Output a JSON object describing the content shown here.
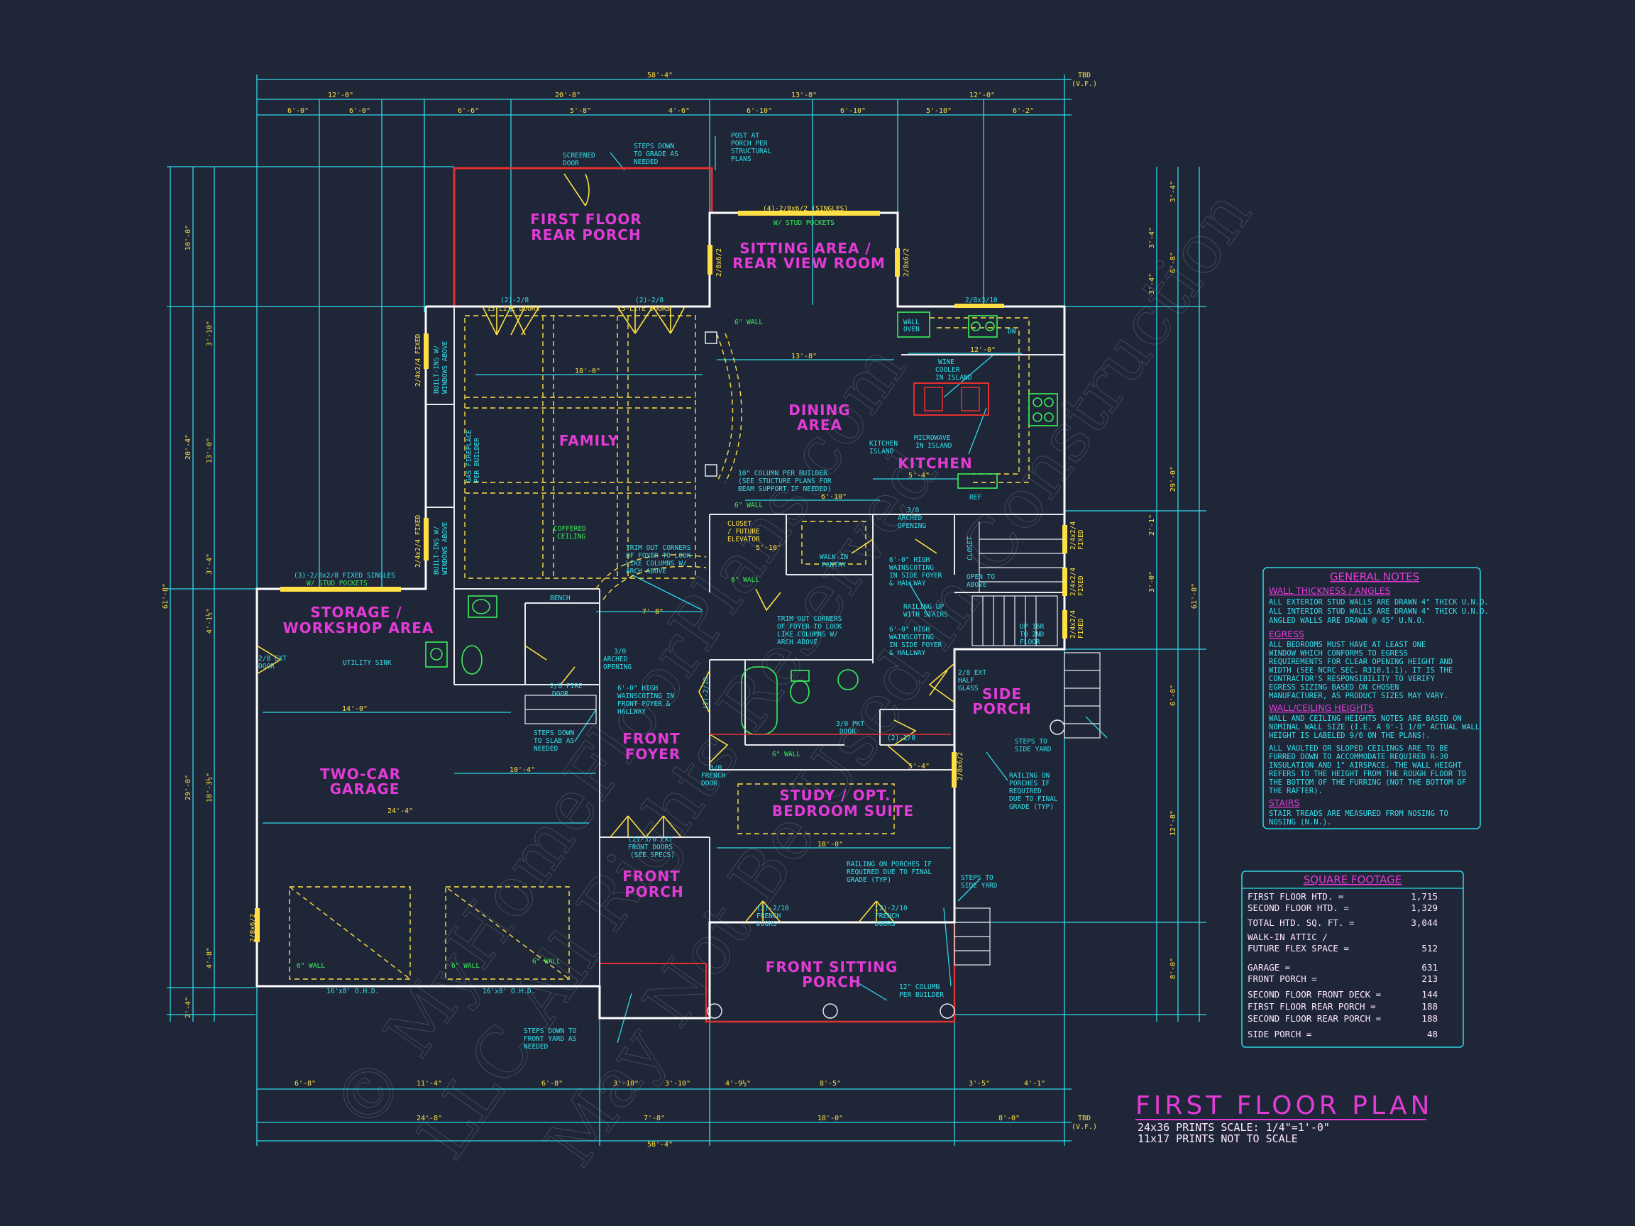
{
  "rooms": {
    "rear_porch": [
      "FIRST FLOOR",
      "REAR PORCH"
    ],
    "sitting_area": [
      "SITTING AREA /",
      "REAR VIEW ROOM"
    ],
    "dining": [
      "DINING",
      "AREA"
    ],
    "kitchen": "KITCHEN",
    "family": "FAMILY",
    "storage": [
      "STORAGE /",
      "WORKSHOP AREA"
    ],
    "garage": [
      "TWO-CAR",
      "GARAGE"
    ],
    "front_foyer": [
      "FRONT",
      "FOYER"
    ],
    "study": [
      "STUDY / OPT.",
      "BEDROOM SUITE"
    ],
    "front_porch": [
      "FRONT",
      "PORCH"
    ],
    "side_porch": [
      "SIDE",
      "PORCH"
    ],
    "front_sitting_porch": [
      "FRONT SITTING",
      "PORCH"
    ]
  },
  "dimensions": {
    "overall_width": "58'-4\"",
    "top_row1": [
      "12'-0\"",
      "20'-8\"",
      "13'-8\"",
      "12'-0\""
    ],
    "top_row2": [
      "6'-0\"",
      "6'-0\"",
      "6'-6\"",
      "5'-8\"",
      "4'-6\"",
      "6'-10\"",
      "6'-10\"",
      "5'-10\"",
      "6'-2\""
    ],
    "bottom_row1": [
      "6'-8\"",
      "11'-4\"",
      "6'-8\"",
      "3'-10\"",
      "3'-10\"",
      "4'-9½\"",
      "8'-5\"",
      "3'-5\"",
      "4'-1\""
    ],
    "bottom_row2": [
      "24'-8\"",
      "7'-8\"",
      "18'-0\"",
      "8'-0\""
    ],
    "tbd_label": [
      "TBD",
      "(V.F.)"
    ],
    "left_overall": "61'-8\"",
    "right_overall": "61'-8\"",
    "left_sub": [
      "10'-0\"",
      "3'-10\"",
      "20'-4\"",
      "13'-0\"",
      "3'-4\"",
      "4'-1½\"",
      "29'-0\"",
      "18'-3½\"",
      "4'-8\"",
      "2'-4\""
    ],
    "right_sub": [
      "3'-4\"",
      "6'-8\"",
      "3'-4\"",
      "3'-4\"",
      "29'-0\"",
      "2'-1\"",
      "3'-0\"",
      "6'-0\"",
      "12'-8\"",
      "8'-0\""
    ],
    "interior": [
      "18'-0\"",
      "13'-8\"",
      "12'-0\"",
      "14'-0\"",
      "24'-4\"",
      "10'-4\"",
      "18'-0\"",
      "6'-10\"",
      "5'-4\"",
      "5'-10\"",
      "7'-8\"",
      "5'-4\""
    ]
  },
  "annotations": {
    "screened_door": [
      "SCREENED",
      "DOOR"
    ],
    "steps_down_grade": [
      "STEPS DOWN",
      "TO GRADE AS",
      "NEEDED"
    ],
    "post_at_porch": [
      "POST AT",
      "PORCH PER",
      "STRUCTURAL",
      "PLANS"
    ],
    "sitting_windows": "(4)-2/8x6/2 (SINGLES)",
    "stud_pockets": "W/ STUD POCKETS",
    "sitting_side_win_l": "2/8x6/2",
    "sitting_side_win_r": "2/8x6/2",
    "family_doors_l": "(2)-2/8",
    "family_doors_r": "(2)-2/8",
    "lite_doors_l": "15-LITE DOORS",
    "lite_doors_r": "15-LITE DOORS",
    "six_wall_1": "6\" WALL",
    "kitchen_window": "2/8x3/10",
    "wall_oven": [
      "WALL",
      "OVEN"
    ],
    "dw": "DW",
    "wine_cooler": [
      "WINE",
      "COOLER",
      "IN ISLAND"
    ],
    "microwave": [
      "MICROWAVE",
      "IN ISLAND"
    ],
    "kitchen_island": [
      "KITCHEN",
      "ISLAND"
    ],
    "ref": "REF",
    "column_builder": [
      "10\" COLUMN PER BUILDER",
      "(SEE STUCTURE PLANS FOR",
      "BEAM SUPPORT IF NEEDED)"
    ],
    "six_wall_2": "6\" WALL",
    "fireplace": [
      "GAS FIREPLACE",
      "PER BUILDER"
    ],
    "builtins_top": [
      "BUILT-INS W/",
      "WINDOWS ABOVE"
    ],
    "builtins_bottom": [
      "BUILT-INS W/",
      "WINDOWS ABOVE"
    ],
    "left_win_top": "2/4x2/4 FIXED",
    "left_win_bottom": "2/4x2/4 FIXED",
    "coffered": [
      "COFFERED",
      "CEILING"
    ],
    "trim_corners_1": [
      "TRIM OUT CORNERS",
      "OF FOYER TO LOOK",
      "LIKE COLUMNS W/",
      "ARCH ABOVE"
    ],
    "closet_elevator": [
      "CLOSET",
      "/ FUTURE",
      "ELEVATOR"
    ],
    "six_wall_3": "6\" WALL",
    "walk_in_pantry": [
      "WALK-IN",
      "PANTRY"
    ],
    "arched_opening_1": [
      "3/0",
      "ARCHED",
      "OPENING"
    ],
    "wainscot_1": [
      "6'-0\" HIGH",
      "WAINSCOTING",
      "IN SIDE FOYER",
      "& HALLWAY"
    ],
    "closet": "CLOSET",
    "open_to_above": [
      "OPEN TO",
      "ABOVE"
    ],
    "railing_up": [
      "RAILING UP",
      "WITH STAIRS"
    ],
    "up_stairs": [
      "UP 16R",
      "TO 2ND",
      "FLOOR"
    ],
    "right_win": [
      "2/4x2/4",
      "FIXED",
      "2/4x2/4",
      "FIXED",
      "2/4x2/4",
      "FIXED"
    ],
    "trim_corners_2": [
      "TRIM OUT CORNERS",
      "OF FOYER TO LOOK",
      "LIKE COLUMNS W/",
      "ARCH ABOVE"
    ],
    "wainscot_2": [
      "6'-0\" HIGH",
      "WAINSCOTING",
      "IN SIDE FOYER",
      "& HALLWAY"
    ],
    "ext_half_glass": [
      "2/8 EXT",
      "HALF",
      "GLASS"
    ],
    "garage_windows": [
      "(3)-2/8x2/8 FIXED SINGLES",
      "W/ STUD POCKETS"
    ],
    "bench": "BENCH",
    "utility_sink": "UTILITY SINK",
    "ext_door": [
      "2/8 EXT",
      "DOOR"
    ],
    "fire_door": [
      "2/8 FIRE",
      "DOOR"
    ],
    "arched_opening_2": [
      "3/0",
      "ARCHED",
      "OPENING"
    ],
    "wainscot_3": [
      "6'-0\" HIGH",
      "WAINSCOTING IN",
      "FRONT FOYER &",
      "HALLWAY"
    ],
    "steps_slab": [
      "STEPS DOWN",
      "TO SLAB AS",
      "NEEDED"
    ],
    "pkt_door": [
      "3/0 PKT",
      "DOOR"
    ],
    "french_door_30": [
      "3/0",
      "FRENCH",
      "DOOR"
    ],
    "two_10": "(2)-2/10",
    "two_2_0": "(2)-2/0",
    "six_wall_4": "6\" WALL",
    "study_win": "2/8x6/2",
    "steps_side_yard_1": [
      "STEPS TO",
      "SIDE YARD"
    ],
    "railing_porches_1": [
      "RAILING ON",
      "PORCHES IF",
      "REQUIRED",
      "DUE TO FINAL",
      "GRADE (TYP)"
    ],
    "front_doors": [
      "(2)-3/0 EXT",
      "FRONT DOORS",
      "(SEE SPECS)"
    ],
    "railing_porches_2": [
      "RAILING ON PORCHES IF",
      "REQUIRED DUE TO FINAL",
      "GRADE (TYP)"
    ],
    "steps_side_yard_2": [
      "STEPS TO",
      "SIDE YARD"
    ],
    "french_doors_l": [
      "(2)-2/10",
      "FRENCH",
      "DOORS"
    ],
    "french_doors_r": [
      "(2)-2/10",
      "FRENCH",
      "DOORS"
    ],
    "column_12": [
      "12\" COLUMN",
      "PER BUILDER"
    ],
    "steps_front_yard": [
      "STEPS DOWN TO",
      "FRONT YARD AS",
      "NEEDED"
    ],
    "garage_side_win": "2/8x6/2",
    "six_wall_g1": "6\" WALL",
    "six_wall_g2": "6\" WALL",
    "six_wall_g3": "6\" WALL",
    "garage_door_1": "16'x8' O.H.D.",
    "garage_door_2": "16'x8' O.H.D."
  },
  "general_notes": {
    "title": "GENERAL NOTES",
    "sections": [
      {
        "heading": "WALL THICKNESS / ANGLES",
        "lines": [
          "ALL EXTERIOR STUD WALLS ARE DRAWN 4\" THICK U.N.O.",
          "ALL INTERIOR STUD WALLS ARE DRAWN 4\" THICK U.N.O.",
          "ANGLED WALLS ARE DRAWN @ 45° U.N.O."
        ]
      },
      {
        "heading": "EGRESS",
        "lines": [
          "ALL BEDROOMS MUST HAVE AT LEAST ONE",
          "WINDOW WHICH CONFORMS TO EGRESS",
          "REQUIREMENTS FOR CLEAR OPENING HEIGHT AND",
          "WIDTH (SEE NCRC SEC. R310.1.1). IT IS THE",
          "CONTRACTOR'S RESPONSIBILITY TO VERIFY",
          "EGRESS SIZING BASED ON CHOSEN",
          "MANUFACTURER, AS PRODUCT SIZES MAY VARY."
        ]
      },
      {
        "heading": "WALL/CEILING HEIGHTS",
        "lines": [
          "WALL AND CEILING HEIGHTS NOTES ARE BASED ON",
          "NOMINAL WALL SIZE (I.E. A 9'-1 1/8\" ACTUAL WALL",
          "HEIGHT IS LABELED 9/0 ON THE PLANS).",
          "",
          "ALL VAULTED OR SLOPED CEILINGS ARE TO BE",
          "FURRED DOWN TO ACCOMMODATE REQUIRED R-30",
          "INSULATION AND 1\" AIRSPACE. THE WALL HEIGHT",
          "REFERS TO THE HEIGHT FROM THE ROUGH FLOOR TO",
          "THE BOTTOM OF THE FURRING (NOT THE BOTTOM OF",
          "THE RAFTER)."
        ]
      },
      {
        "heading": "STAIRS",
        "lines": [
          "STAIR TREADS ARE MEASURED FROM NOSING TO",
          "NOSING (N.N.)."
        ]
      }
    ]
  },
  "square_footage": {
    "title": "SQUARE FOOTAGE",
    "rows": [
      {
        "label": "FIRST FLOOR  HTD. =",
        "value": "1,715"
      },
      {
        "label": "SECOND FLOOR  HTD. =",
        "value": "1,329"
      },
      {
        "label": "TOTAL HTD. SQ. FT. =",
        "value": "3,044"
      },
      {
        "label": "WALK-IN ATTIC /",
        "value": ""
      },
      {
        "label": "FUTURE FLEX SPACE =",
        "value": "512"
      },
      {
        "label": "GARAGE =",
        "value": "631"
      },
      {
        "label": "FRONT PORCH =",
        "value": "213"
      },
      {
        "label": "SECOND FLOOR FRONT DECK =",
        "value": "144"
      },
      {
        "label": "FIRST FLOOR REAR PORCH =",
        "value": "188"
      },
      {
        "label": "SECOND FLOOR REAR PORCH =",
        "value": "188"
      },
      {
        "label": "SIDE PORCH =",
        "value": "48"
      }
    ]
  },
  "title_block": {
    "title": "FIRST FLOOR PLAN",
    "scale": "24x36 PRINTS SCALE: 1/4\"=1'-0\"",
    "note": "11x17 PRINTS NOT TO SCALE"
  },
  "watermark": [
    "© MyHomeFloorPlans.com",
    "LLC All Rights Reserved",
    "May Not Be Used In Construction"
  ],
  "colors": {
    "background": "#1f2638",
    "dimension_line": "#2fd9e6",
    "room_label": "#e23bd6",
    "wall": "#ffffff",
    "window": "#ffe044",
    "dash": "#ffe044",
    "porch_edge": "#e63030",
    "fixture": "#3af05a"
  }
}
